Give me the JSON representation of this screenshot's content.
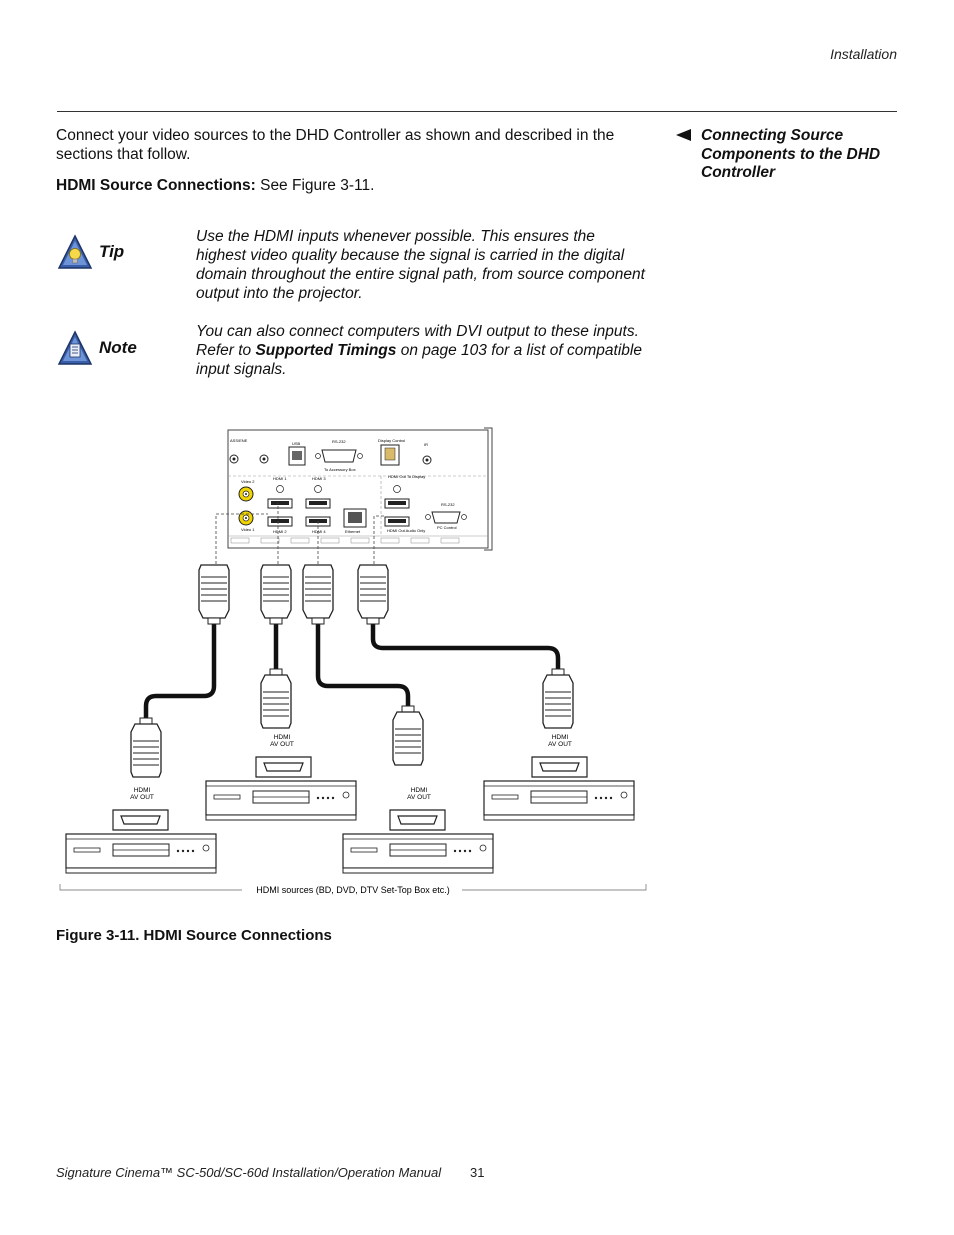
{
  "header": {
    "section": "Installation"
  },
  "intro": "Connect your video sources to the DHD Controller as shown and described in the sections that follow.",
  "side_heading": "Connecting Source Components to the DHD Controller",
  "hdmi_section": {
    "label": "HDMI Source Connections:",
    "text": " See Figure 3-11."
  },
  "tip": {
    "label": "Tip",
    "text": "Use the HDMI inputs whenever possible. This ensures the highest video quality because the signal is carried in the digital domain throughout the entire signal path, from source component output into the projector."
  },
  "note": {
    "label": "Note",
    "text_before": "You can also connect computers with DVI output to these inputs. Refer to ",
    "bold": "Supported Timings",
    "text_after": " on page 103 for a list of compatible input signals."
  },
  "figure": {
    "panel_labels": {
      "audio": "ASS/ENE",
      "usb": "USB",
      "rs232_top": "RS-232",
      "to_accessory": "To Accessory Box",
      "display_control": "Display Control",
      "ir": "IR",
      "video2": "Video 2",
      "video1": "Video 1",
      "hdmi1": "HDMI 1",
      "hdmi2": "HDMI 2",
      "hdmi3": "HDMI 3",
      "hdmi4": "HDMI 4",
      "hdmi_out_display": "HDMI Out\nTo Display",
      "ethernet": "Ethernet",
      "hdmi_out_audio": "HDMI Out\nAudio Only",
      "rs232_pc": "RS-232",
      "pc_control": "PC Control"
    },
    "device_label": "HDMI\nAV OUT",
    "range_label": "HDMI sources (BD, DVD, DTV Set-Top Box etc.)",
    "caption": "Figure 3-11. HDMI Source Connections"
  },
  "footer": {
    "manual": "Signature Cinema™ SC-50d/SC-60d Installation/Operation Manual",
    "page": "31"
  },
  "colors": {
    "text": "#111111",
    "rule": "#333333",
    "tip_icon": "#3a5fa8",
    "note_icon": "#3a5fa8"
  }
}
